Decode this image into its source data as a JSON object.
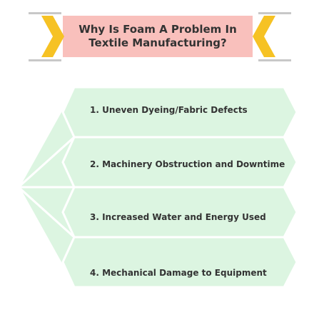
{
  "title": {
    "line1": "Why Is Foam A Problem In",
    "line2": "Textile Manufacturing?"
  },
  "items": [
    {
      "label": "1. Uneven Dyeing/Fabric Defects"
    },
    {
      "label": "2. Machinery Obstruction and Downtime"
    },
    {
      "label": "3. Increased Water and Energy Used"
    },
    {
      "label": "4. Mechanical Damage to Equipment"
    }
  ],
  "colors": {
    "title_fill": "#f9c0bc",
    "chevron": "#f6c224",
    "gray_rule": "#c8c8c8",
    "item_fill": "#dcf5e1",
    "item_border": "#ffffff",
    "text": "#333333"
  }
}
